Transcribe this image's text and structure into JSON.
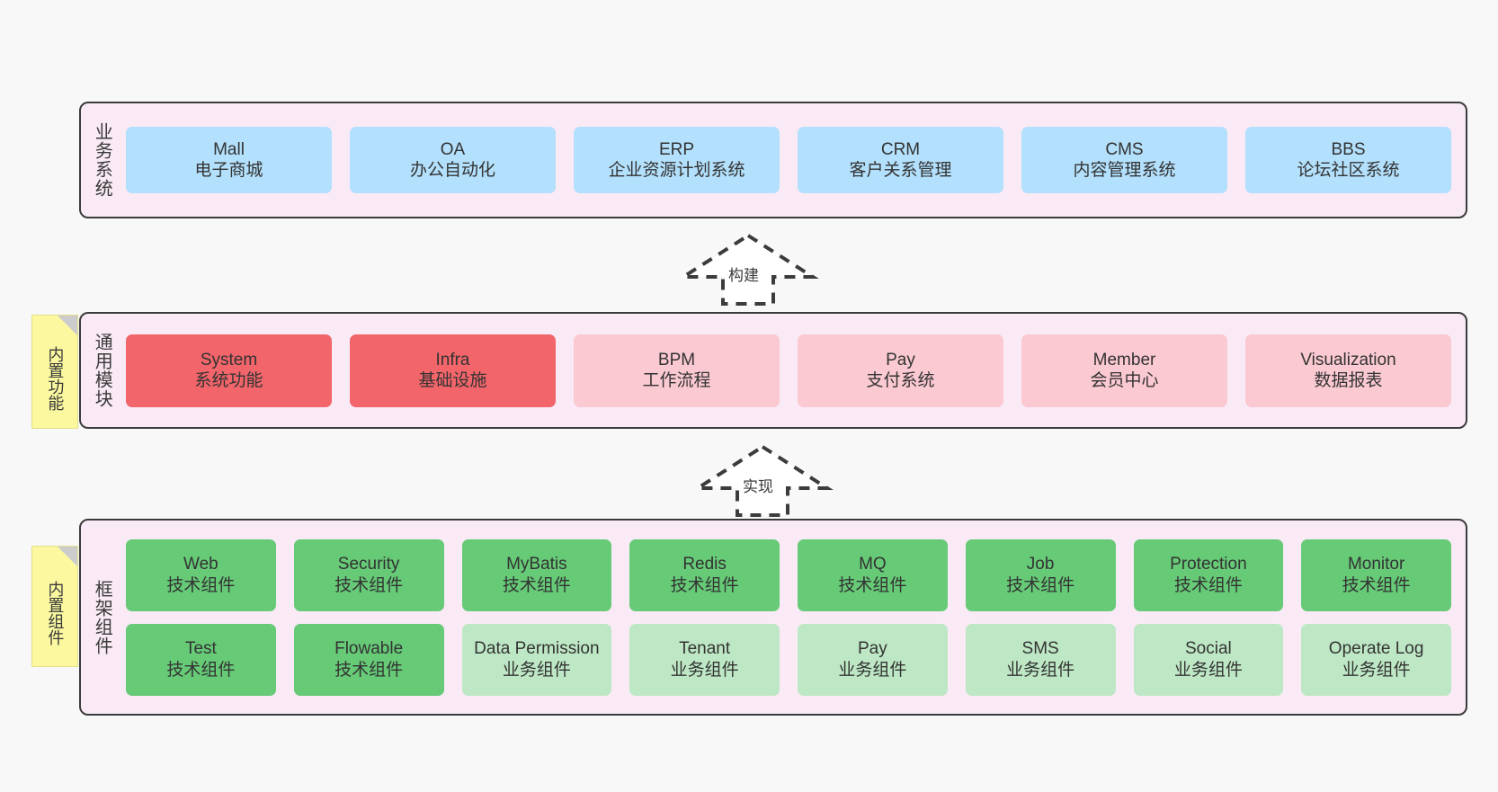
{
  "diagram": {
    "background_color": "#f8f8f8",
    "layer_fill": "#f9eaf5",
    "layer_border": "#3c3c3c"
  },
  "notes": [
    {
      "name": "builtin-functions",
      "text": "内置功能",
      "color": "#fbf8a0"
    },
    {
      "name": "builtin-components",
      "text": "内置组件",
      "color": "#fbf8a0"
    }
  ],
  "arrows": [
    {
      "name": "build-arrow",
      "label": "构建",
      "direction": "up",
      "style": "dashed-block-arrow"
    },
    {
      "name": "implement-arrow",
      "label": "实现",
      "direction": "up",
      "style": "dashed-block-arrow"
    }
  ],
  "layers": [
    {
      "id": "business",
      "title": "业务系统",
      "rows": [
        {
          "cells": [
            {
              "name": "mall",
              "title": "Mall",
              "subtitle": "电子商城",
              "color": "#b3e0fc"
            },
            {
              "name": "oa",
              "title": "OA",
              "subtitle": "办公自动化",
              "color": "#b3e0fc"
            },
            {
              "name": "erp",
              "title": "ERP",
              "subtitle": "企业资源计划系统",
              "color": "#b3e0fc"
            },
            {
              "name": "crm",
              "title": "CRM",
              "subtitle": "客户关系管理",
              "color": "#b3e0fc"
            },
            {
              "name": "cms",
              "title": "CMS",
              "subtitle": "内容管理系统",
              "color": "#b3e0fc"
            },
            {
              "name": "bbs",
              "title": "BBS",
              "subtitle": "论坛社区系统",
              "color": "#b3e0fc"
            }
          ]
        }
      ]
    },
    {
      "id": "common",
      "title": "通用模块",
      "rows": [
        {
          "cells": [
            {
              "name": "system",
              "title": "System",
              "subtitle": "系统功能",
              "color": "#f2656a"
            },
            {
              "name": "infra",
              "title": "Infra",
              "subtitle": "基础设施",
              "color": "#f2656a"
            },
            {
              "name": "bpm",
              "title": "BPM",
              "subtitle": "工作流程",
              "color": "#fbc9d2"
            },
            {
              "name": "pay",
              "title": "Pay",
              "subtitle": "支付系统",
              "color": "#fbc9d2"
            },
            {
              "name": "member",
              "title": "Member",
              "subtitle": "会员中心",
              "color": "#fbc9d2"
            },
            {
              "name": "visualization",
              "title": "Visualization",
              "subtitle": "数据报表",
              "color": "#fbc9d2"
            }
          ]
        }
      ]
    },
    {
      "id": "framework",
      "title": "框架组件",
      "rows": [
        {
          "cells": [
            {
              "name": "web",
              "title": "Web",
              "subtitle": "技术组件",
              "color": "#66ca77"
            },
            {
              "name": "security",
              "title": "Security",
              "subtitle": "技术组件",
              "color": "#66ca77"
            },
            {
              "name": "mybatis",
              "title": "MyBatis",
              "subtitle": "技术组件",
              "color": "#66ca77"
            },
            {
              "name": "redis",
              "title": "Redis",
              "subtitle": "技术组件",
              "color": "#66ca77"
            },
            {
              "name": "mq",
              "title": "MQ",
              "subtitle": "技术组件",
              "color": "#66ca77"
            },
            {
              "name": "job",
              "title": "Job",
              "subtitle": "技术组件",
              "color": "#66ca77"
            },
            {
              "name": "protection",
              "title": "Protection",
              "subtitle": "技术组件",
              "color": "#66ca77"
            },
            {
              "name": "monitor",
              "title": "Monitor",
              "subtitle": "技术组件",
              "color": "#66ca77"
            }
          ]
        },
        {
          "cells": [
            {
              "name": "test",
              "title": "Test",
              "subtitle": "技术组件",
              "color": "#66ca77"
            },
            {
              "name": "flowable",
              "title": "Flowable",
              "subtitle": "技术组件",
              "color": "#66ca77"
            },
            {
              "name": "data-permission",
              "title": "Data Permission",
              "subtitle": "业务组件",
              "color": "#bee8c5"
            },
            {
              "name": "tenant",
              "title": "Tenant",
              "subtitle": "业务组件",
              "color": "#bee8c5"
            },
            {
              "name": "pay-component",
              "title": "Pay",
              "subtitle": "业务组件",
              "color": "#bee8c5"
            },
            {
              "name": "sms",
              "title": "SMS",
              "subtitle": "业务组件",
              "color": "#bee8c5"
            },
            {
              "name": "social",
              "title": "Social",
              "subtitle": "业务组件",
              "color": "#bee8c5"
            },
            {
              "name": "operate-log",
              "title": "Operate Log",
              "subtitle": "业务组件",
              "color": "#bee8c5"
            }
          ]
        }
      ]
    }
  ]
}
